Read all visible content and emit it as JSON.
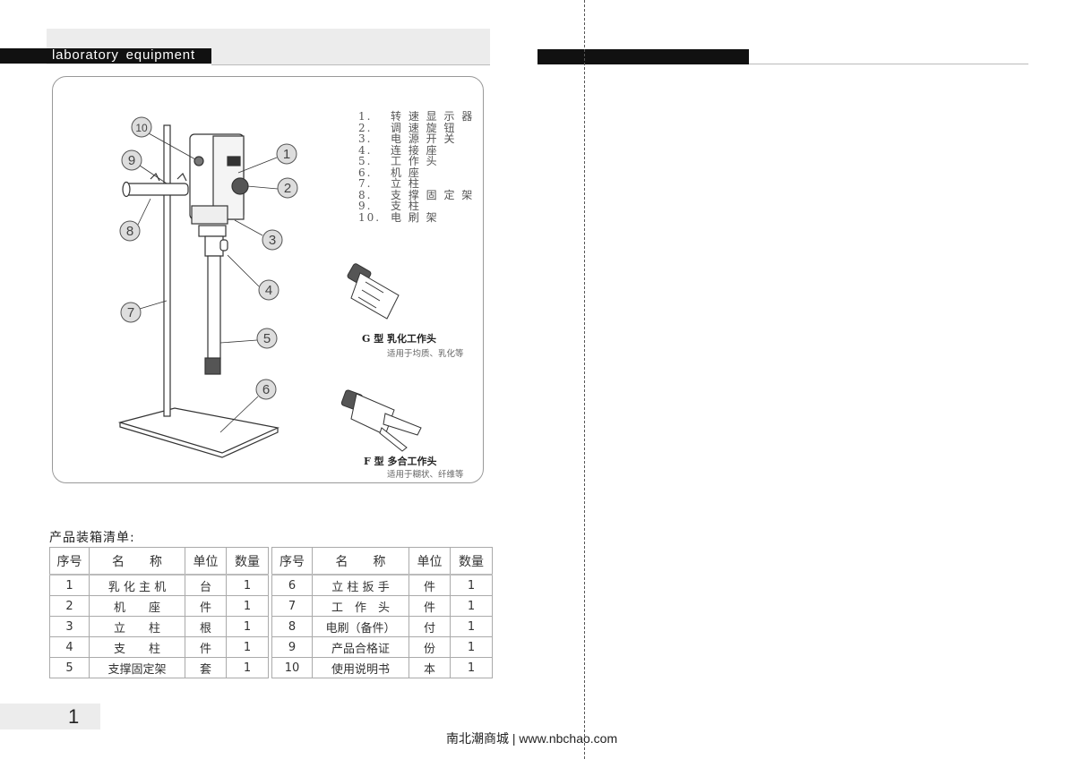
{
  "header": {
    "title": "laboratory equipment"
  },
  "figure": {
    "legend": [
      {
        "num": "1.",
        "label": "转 速 显 示 器"
      },
      {
        "num": "2.",
        "label": "调 速 旋 钮"
      },
      {
        "num": "3.",
        "label": "电 源 开 关"
      },
      {
        "num": "4.",
        "label": "连 接 座"
      },
      {
        "num": "5.",
        "label": "工 作 头"
      },
      {
        "num": "6.",
        "label": "机 座"
      },
      {
        "num": "7.",
        "label": "立 柱"
      },
      {
        "num": "8.",
        "label": "支 撑 固 定 架"
      },
      {
        "num": "9.",
        "label": "支 柱"
      },
      {
        "num": "10.",
        "label": "电 刷 架"
      }
    ],
    "callouts": [
      "1",
      "2",
      "3",
      "4",
      "5",
      "6",
      "7",
      "8",
      "9",
      "10"
    ],
    "probe_g": {
      "title": "G 型  乳化工作头",
      "subtitle": "适用于均质、乳化等"
    },
    "probe_f": {
      "title": "F 型  多合工作头",
      "subtitle": "适用于糊状、纤维等"
    }
  },
  "packing_list": {
    "title": "产品装箱清单:",
    "headers": [
      "序号",
      "名　　称",
      "单位",
      "数量"
    ],
    "left": [
      [
        "1",
        "乳 化 主 机",
        "台",
        "1"
      ],
      [
        "2",
        "机　　座",
        "件",
        "1"
      ],
      [
        "3",
        "立　　柱",
        "根",
        "1"
      ],
      [
        "4",
        "支　　柱",
        "件",
        "1"
      ],
      [
        "5",
        "支撑固定架",
        "套",
        "1"
      ]
    ],
    "right": [
      [
        "6",
        "立 柱 扳 手",
        "件",
        "1"
      ],
      [
        "7",
        "工　作　头",
        "件",
        "1"
      ],
      [
        "8",
        "电刷（备件）",
        "付",
        "1"
      ],
      [
        "9",
        "产品合格证",
        "份",
        "1"
      ],
      [
        "10",
        "使用说明书",
        "本",
        "1"
      ]
    ]
  },
  "page_number": "1",
  "footer": "南北潮商城 | www.nbchao.com"
}
